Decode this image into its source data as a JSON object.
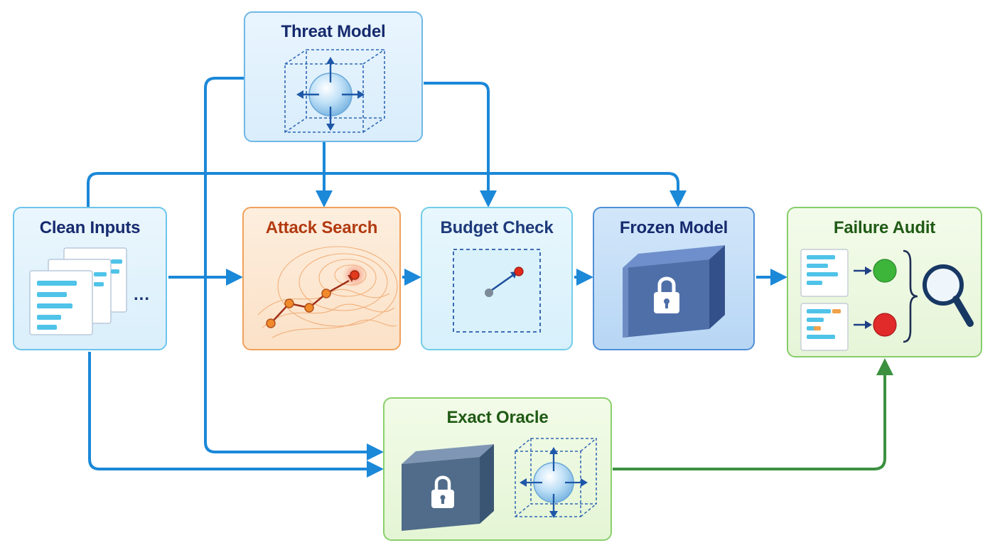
{
  "diagram": {
    "nodes": {
      "threat_model": {
        "title": "Threat Model"
      },
      "clean_inputs": {
        "title": "Clean Inputs",
        "ellipsis": "..."
      },
      "attack_search": {
        "title": "Attack Search"
      },
      "budget_check": {
        "title": "Budget Check"
      },
      "frozen_model": {
        "title": "Frozen Model"
      },
      "failure_audit": {
        "title": "Failure Audit"
      },
      "exact_oracle": {
        "title": "Exact Oracle"
      }
    },
    "edges": [
      {
        "from": "clean_inputs",
        "to": "attack_search"
      },
      {
        "from": "attack_search",
        "to": "budget_check"
      },
      {
        "from": "budget_check",
        "to": "frozen_model"
      },
      {
        "from": "frozen_model",
        "to": "failure_audit"
      },
      {
        "from": "threat_model",
        "to": "attack_search"
      },
      {
        "from": "threat_model",
        "to": "budget_check"
      },
      {
        "from": "threat_model",
        "to": "exact_oracle"
      },
      {
        "from": "clean_inputs",
        "to": "frozen_model"
      },
      {
        "from": "clean_inputs",
        "to": "exact_oracle"
      },
      {
        "from": "exact_oracle",
        "to": "failure_audit"
      }
    ],
    "colors": {
      "flow_arrow": "#1b88d8",
      "oracle_arrow": "#3b9140",
      "title_navy": "#162a6e",
      "title_orange": "#b23a10",
      "title_green": "#1f5a14",
      "pass_dot": "#3db43a",
      "fail_dot": "#e12a2a",
      "lock_block": "#4f6fa9"
    }
  }
}
